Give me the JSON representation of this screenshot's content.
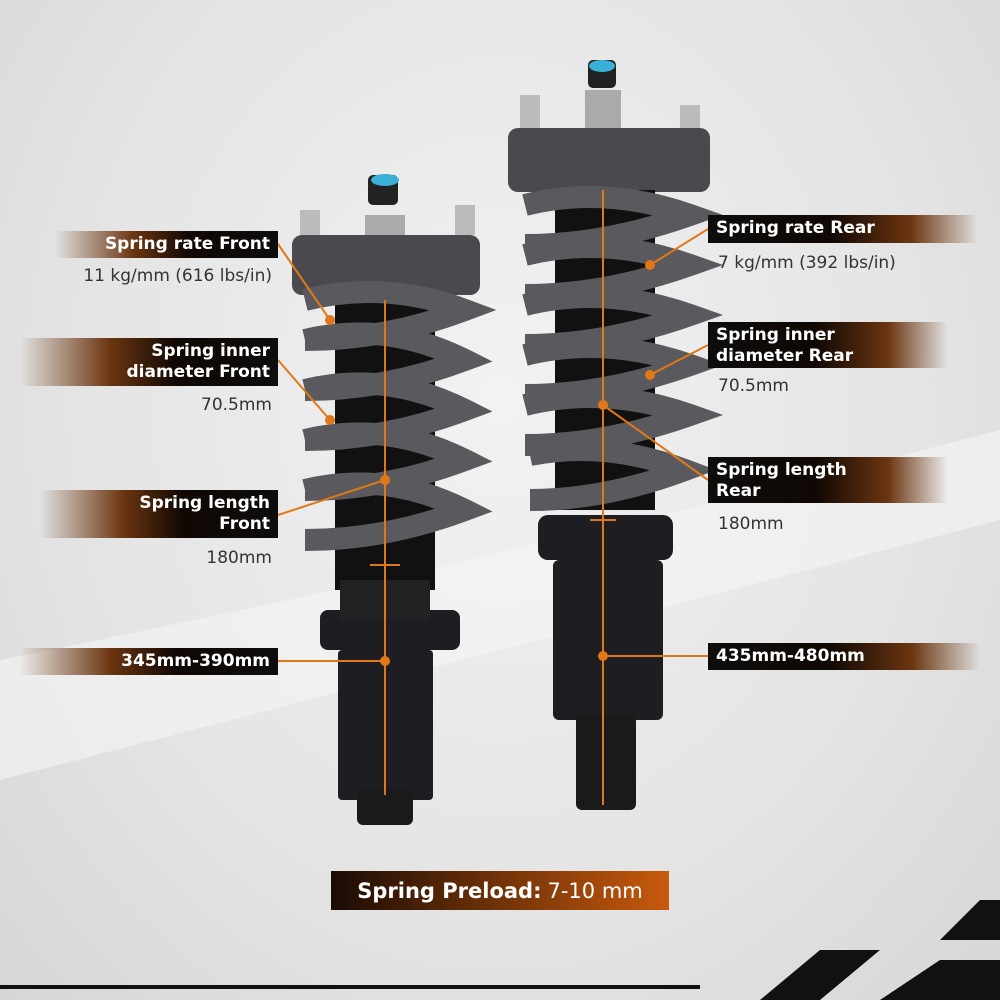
{
  "front": {
    "spring_rate": {
      "title": "Spring rate Front",
      "value": "11 kg/mm (616 lbs/in)"
    },
    "inner_diameter": {
      "title_line1": "Spring inner",
      "title_line2": "diameter Front",
      "value": "70.5mm"
    },
    "spring_length": {
      "title_line1": "Spring length",
      "title_line2": "Front",
      "value": "180mm"
    },
    "total_length": "345mm-390mm"
  },
  "rear": {
    "spring_rate": {
      "title": "Spring rate Rear",
      "value": "7 kg/mm (392 lbs/in)"
    },
    "inner_diameter": {
      "title_line1": "Spring inner",
      "title_line2": "diameter Rear",
      "value": "70.5mm"
    },
    "spring_length": {
      "title_line1": "Spring length",
      "title_line2": "Rear",
      "value": "180mm"
    },
    "total_length": "435mm-480mm"
  },
  "preload": {
    "label": "Spring Preload:",
    "value": "7-10 mm"
  },
  "colors": {
    "accent": "#e07818",
    "dark": "#0d0d0d",
    "spring": "#5a5a5e",
    "body": "#1e1e22",
    "knob": "#3ab0d8"
  }
}
